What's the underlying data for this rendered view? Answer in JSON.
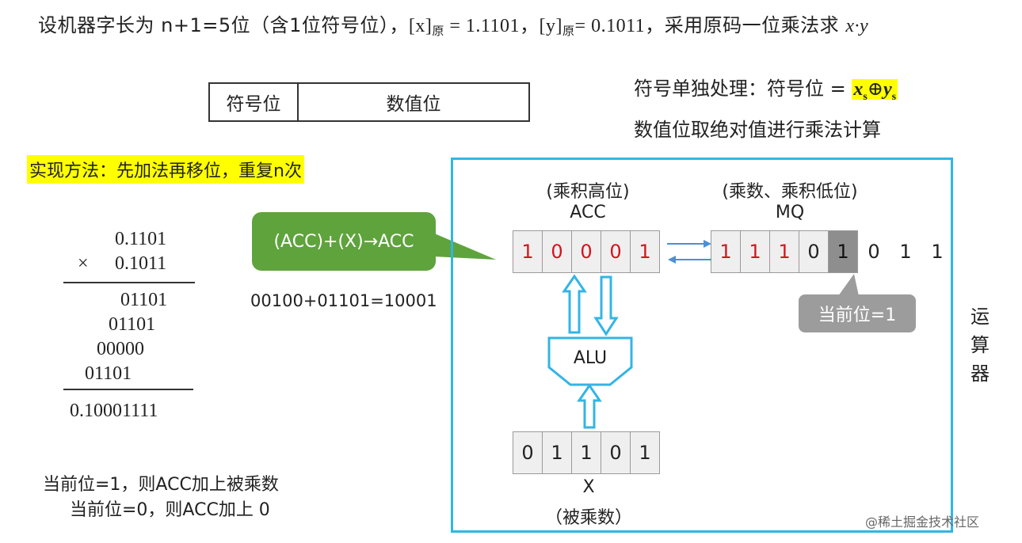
{
  "problem": {
    "lead": "设机器字长为 n+1=5位（含1位符号位），",
    "x_label": "[x]",
    "x_sub": "原",
    "x_value": " = 1.1101，",
    "y_label": "[y]",
    "y_sub": "原",
    "y_value": "= 0.1011，",
    "task": "采用原码一位乘法求 ",
    "task_expr": "x·y"
  },
  "format_table": {
    "sign_label": "符号位",
    "value_label": "数值位"
  },
  "notes": {
    "sign_text": "符号单独处理：符号位 = ",
    "sign_formula_x": "x",
    "sign_formula_x_sub": "s",
    "sign_formula_op": "⊕",
    "sign_formula_y": "y",
    "sign_formula_y_sub": "s",
    "value_text": "数值位取绝对值进行乘法计算"
  },
  "method": "实现方法：先加法再移位，重复n次",
  "multiplication": {
    "multiplicand": "0.1101",
    "times_sign": "×",
    "multiplier": "0.1011",
    "partial1": "01101",
    "partial2": "01101",
    "partial3": "00000",
    "partial4": "01101",
    "result": "0.10001111"
  },
  "rules": {
    "rule1": "当前位=1，则ACC加上被乘数",
    "rule2": "当前位=0，则ACC加上 0"
  },
  "callout": "(ACC)+(X)→ACC",
  "equation": "00100+01101=10001",
  "alu": {
    "acc_caption": "(乘积高位)",
    "acc_name": "ACC",
    "acc_bits": [
      "1",
      "0",
      "0",
      "0",
      "1"
    ],
    "mq_caption": "(乘数、乘积低位)",
    "mq_name": "MQ",
    "mq_bits": [
      "1",
      "1",
      "1",
      "0",
      "1"
    ],
    "mq_extra_bits": [
      "0",
      "1",
      "1"
    ],
    "alu_label": "ALU",
    "x_bits": [
      "0",
      "1",
      "1",
      "0",
      "1"
    ],
    "x_name": "X",
    "x_caption": "（被乘数）",
    "current_bit_label": "当前位=1"
  },
  "unit_label": "运算器",
  "watermark": "@稀土掘金技术社区",
  "colors": {
    "box_border": "#33b5e5",
    "callout_green": "#5fa33d",
    "highlight": "#ffff00",
    "red_bits": "#d4141e",
    "current_bit_gray": "#9c9c9c",
    "arrow_blue": "#33b5e5"
  }
}
